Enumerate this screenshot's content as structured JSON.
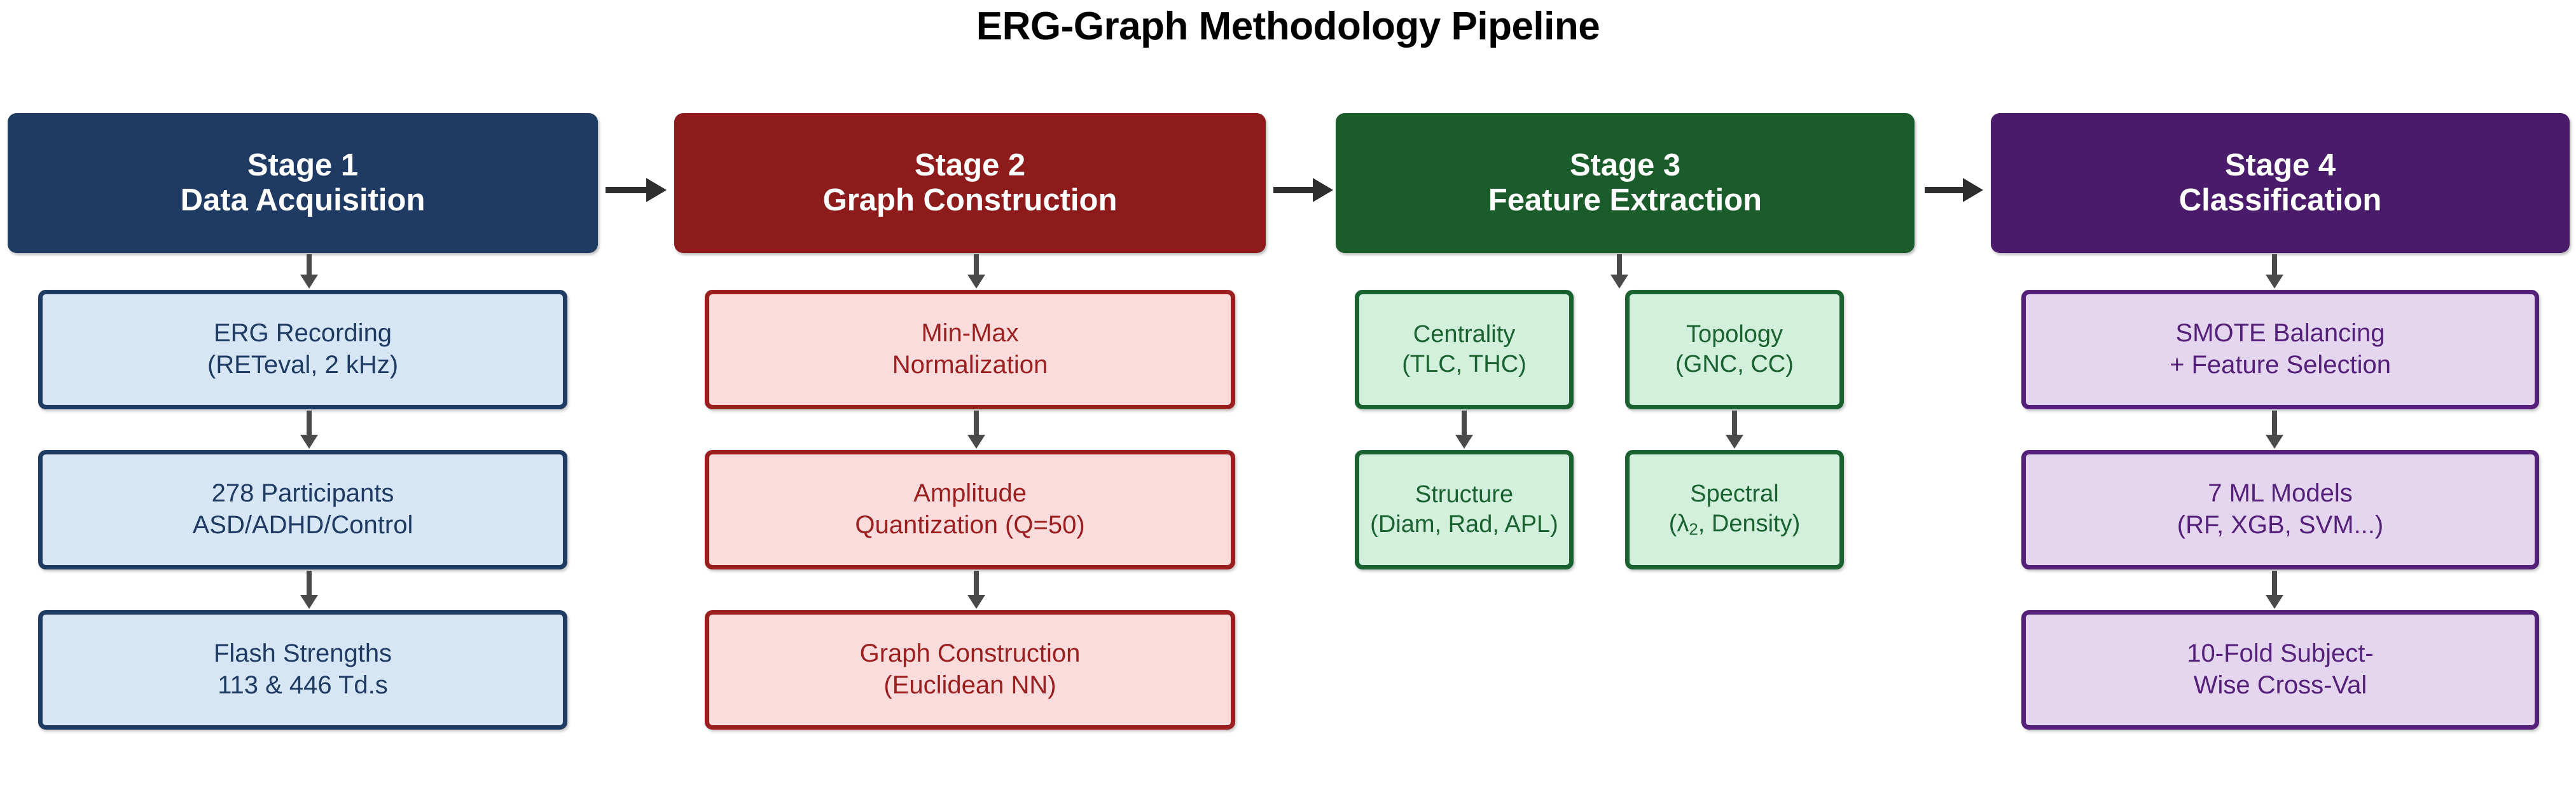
{
  "title": "ERG-Graph Methodology Pipeline",
  "chart_data": {
    "type": "diagram",
    "diagram_kind": "flowchart-pipeline",
    "title": "ERG-Graph Methodology Pipeline",
    "orientation": "left-to-right with vertical sub-steps",
    "stage_count": 4,
    "connectors": {
      "between_stages": [
        "arrow-right",
        "arrow-right",
        "arrow-right"
      ],
      "within_stage": "arrow-down",
      "arrow_color": "#2d2d2d",
      "sub_arrow_color": "#4a4a4a"
    }
  },
  "stages": [
    {
      "id": "stage-1",
      "header_line1": "Stage 1",
      "header_line2": "Data Acquisition",
      "header_color": "#1f3b63",
      "fill_color": "#d6e6f5",
      "border_color": "#1f3b63",
      "text_color": "#1f3b63",
      "layout": "single-column",
      "steps": [
        {
          "line1": "ERG Recording",
          "line2": "(RETeval, 2 kHz)"
        },
        {
          "line1": "278 Participants",
          "line2": "ASD/ADHD/Control"
        },
        {
          "line1": "Flash Strengths",
          "line2": "113 & 446 Td.s"
        }
      ]
    },
    {
      "id": "stage-2",
      "header_line1": "Stage 2",
      "header_line2": "Graph Construction",
      "header_color": "#8e1b1b",
      "fill_color": "#fadcdc",
      "border_color": "#9c1f1f",
      "text_color": "#9c1f1f",
      "layout": "single-column",
      "steps": [
        {
          "line1": "Min-Max",
          "line2": "Normalization"
        },
        {
          "line1": "Amplitude",
          "line2": "Quantization (Q=50)"
        },
        {
          "line1": "Graph Construction",
          "line2": "(Euclidean NN)"
        }
      ]
    },
    {
      "id": "stage-3",
      "header_line1": "Stage 3",
      "header_line2": "Feature Extraction",
      "header_color": "#1a5c2a",
      "fill_color": "#d2f0dc",
      "border_color": "#1a6331",
      "text_color": "#1a6331",
      "layout": "two-column",
      "steps_left": [
        {
          "line1": "Centrality",
          "line2": "(TLC, THC)"
        },
        {
          "line1": "Structure",
          "line2": "(Diam, Rad, APL)"
        }
      ],
      "steps_right": [
        {
          "line1": "Topology",
          "line2": "(GNC, CC)"
        },
        {
          "line1": "Spectral",
          "line2_pre": "(λ",
          "line2_sub": "2",
          "line2_post": ", Density)"
        }
      ]
    },
    {
      "id": "stage-4",
      "header_line1": "Stage 4",
      "header_line2": "Classification",
      "header_color": "#4a1a6b",
      "fill_color": "#e5d6f0",
      "border_color": "#54207a",
      "text_color": "#54207a",
      "layout": "single-column",
      "steps": [
        {
          "line1": "SMOTE Balancing",
          "line2": "+ Feature Selection"
        },
        {
          "line1": "7 ML Models",
          "line2": "(RF, XGB, SVM...)"
        },
        {
          "line1": "10-Fold Subject-",
          "line2": "Wise Cross-Val"
        }
      ]
    }
  ]
}
